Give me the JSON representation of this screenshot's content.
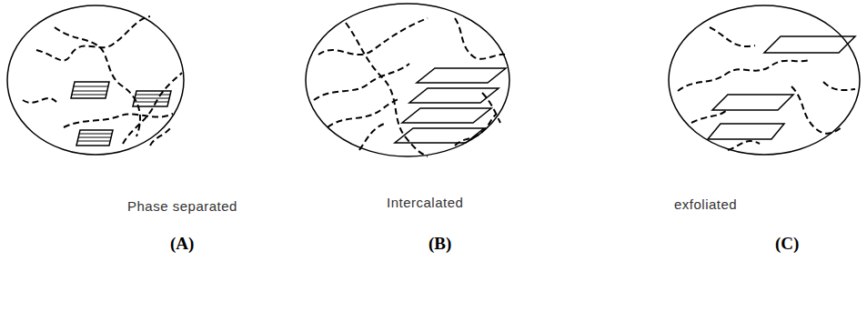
{
  "diagram": {
    "labels": [
      "Phase separated",
      "Intercalated",
      "exfoliated",
      "(A)",
      "(B)",
      "(C)"
    ]
  }
}
